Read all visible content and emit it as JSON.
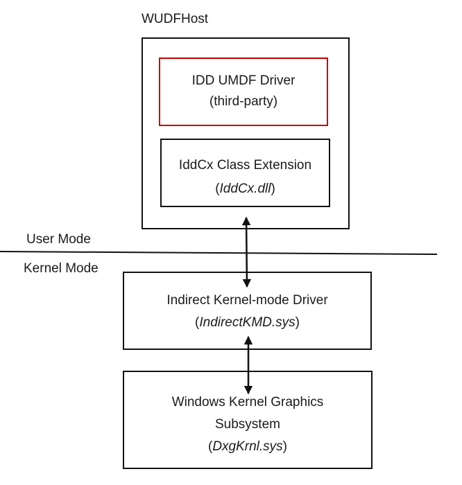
{
  "wudfhost_label": "WUDFHost",
  "idd_driver": {
    "line1": "IDD UMDF Driver",
    "line2": "(third-party)"
  },
  "iddcx": {
    "line1": "IddCx Class Extension",
    "line2_open": "(",
    "line2_file": "IddCx.dll",
    "line2_close": ")"
  },
  "user_mode_label": "User Mode",
  "kernel_mode_label": "Kernel Mode",
  "indirect_kmd": {
    "line1": "Indirect Kernel-mode Driver",
    "line2_open": "(",
    "line2_file": "IndirectKMD.sys",
    "line2_close": ")"
  },
  "dxgkrnl": {
    "line1": "Windows Kernel Graphics",
    "line2": "Subsystem",
    "line3_open": "(",
    "line3_file": "DxgKrnl.sys",
    "line3_close": ")"
  },
  "colors": {
    "box_border": "#111111",
    "driver_border": "#c00000",
    "text": "#1a1a1a"
  }
}
